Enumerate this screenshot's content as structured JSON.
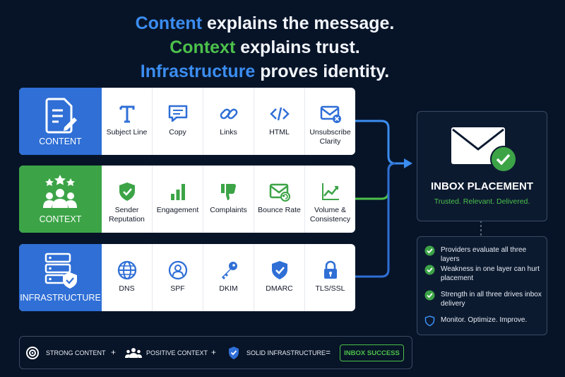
{
  "headline": {
    "line1": {
      "keyword": "Content",
      "rest": " explains the message."
    },
    "line2": {
      "keyword": "Context",
      "rest": " explains trust."
    },
    "line3": {
      "keyword": "Infrastructure",
      "rest": " proves identity."
    }
  },
  "colors": {
    "blue": "#2f6fd6",
    "green": "#3ca447",
    "navy": "#071428",
    "accent_green": "#4cc04a"
  },
  "panels": {
    "content": {
      "label": "CONTENT",
      "icon": "document-pen-icon",
      "items": [
        {
          "label": "Subject Line",
          "icon": "text-t-icon"
        },
        {
          "label": "Copy",
          "icon": "chat-bubble-icon"
        },
        {
          "label": "Links",
          "icon": "link-icon"
        },
        {
          "label": "HTML",
          "icon": "code-icon"
        },
        {
          "label": "Unsubscribe Clarity",
          "icon": "mail-x-icon"
        }
      ]
    },
    "context": {
      "label": "CONTEXT",
      "icon": "people-stars-icon",
      "items": [
        {
          "label": "Sender Reputation",
          "icon": "shield-check-icon"
        },
        {
          "label": "Engagement",
          "icon": "bar-chart-icon"
        },
        {
          "label": "Complaints",
          "icon": "thumbs-down-icon"
        },
        {
          "label": "Bounce Rate",
          "icon": "mail-bounce-icon"
        },
        {
          "label": "Volume & Consistency",
          "icon": "line-chart-icon"
        }
      ]
    },
    "infrastructure": {
      "label": "INFRASTRUCTURE",
      "icon": "server-shield-icon",
      "items": [
        {
          "label": "DNS",
          "icon": "globe-icon"
        },
        {
          "label": "SPF",
          "icon": "user-circle-icon"
        },
        {
          "label": "DKIM",
          "icon": "key-icon"
        },
        {
          "label": "DMARC",
          "icon": "shield-check-icon"
        },
        {
          "label": "TLS/SSL",
          "icon": "lock-icon"
        }
      ]
    }
  },
  "inbox": {
    "title": "INBOX PLACEMENT",
    "subtitle": "Trusted. Relevant. Delivered.",
    "icon": "envelope-check-icon"
  },
  "checklist": [
    "Providers evaluate all three layers",
    "Weakness in one layer can hurt placement",
    "Strength in all three drives inbox delivery",
    "Monitor. Optimize. Improve."
  ],
  "footer": {
    "strong_content": "STRONG CONTENT",
    "positive_context": "POSITIVE CONTEXT",
    "solid_infrastructure": "SOLID INFRASTRUCTURE",
    "plus": "+",
    "equals": "=",
    "result": "INBOX SUCCESS"
  }
}
